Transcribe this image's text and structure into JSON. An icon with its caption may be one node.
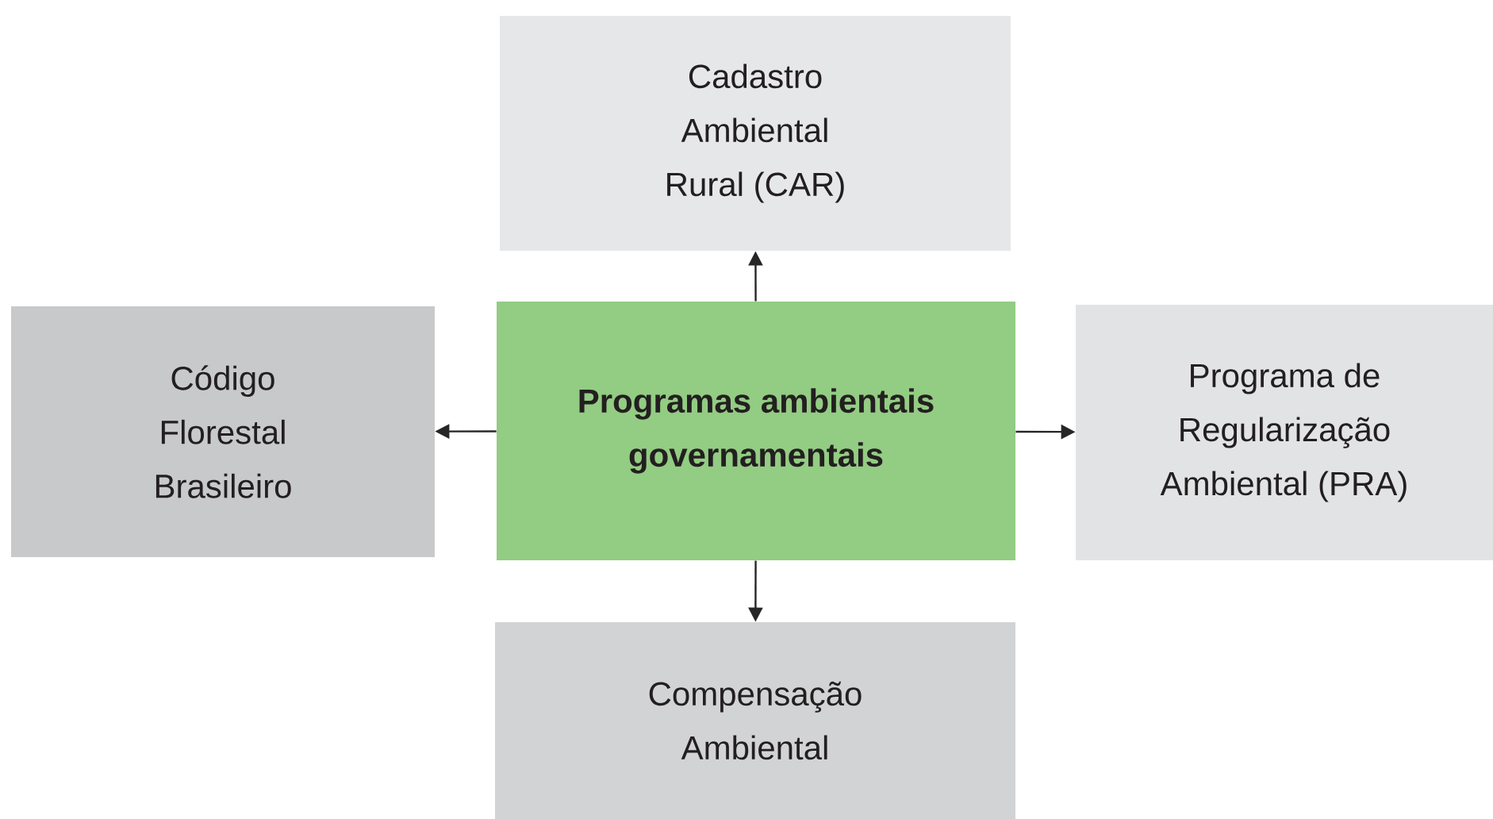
{
  "diagram": {
    "nodes": [
      {
        "text": [
          "Cadastro Ambiental Rural (CAR)"
        ]
      },
      {
        "text": [
          "Código Florestal Brasileiro"
        ]
      },
      {
        "text": [
          "Programas ambientais governamentais"
        ]
      },
      {
        "text": [
          "Programa de Regularização Ambiental (PRA)"
        ]
      },
      {
        "text": [
          "Compensação Ambiental"
        ]
      }
    ],
    "edges": [
      {
        "from": 2,
        "to": 0,
        "arrow": "to"
      },
      {
        "from": 2,
        "to": 1,
        "arrow": "to"
      },
      {
        "from": 2,
        "to": 3,
        "arrow": "to"
      },
      {
        "from": 2,
        "to": 4,
        "arrow": "to"
      }
    ]
  }
}
